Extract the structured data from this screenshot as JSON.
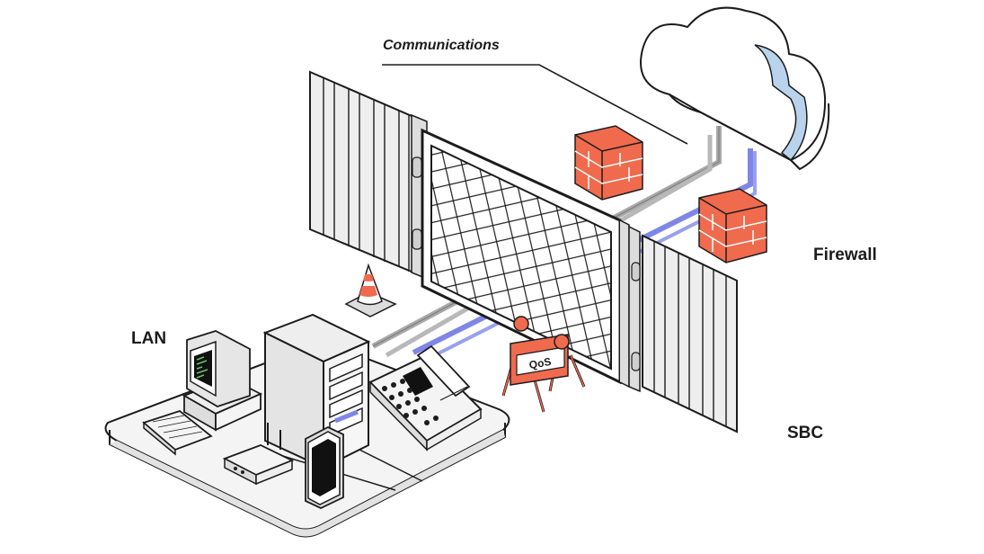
{
  "labels": {
    "communications": "Communications",
    "firewall": "Firewall",
    "sbc": "SBC",
    "lan": "LAN"
  },
  "qos_sign": "QoS",
  "colors": {
    "outline": "#1c1c1c",
    "gray_line": "#a9a9a9",
    "blue_line": "#7f86e8",
    "cloud_fill": "#ffffff",
    "cloud_shade": "#b9d3ec",
    "brick": "#f06a4e",
    "fence": "#eeeeee",
    "platform": "#f4f4f4",
    "screen_green": "#6bbf6b"
  },
  "icons": [
    "cloud-icon",
    "firewall-brick-icon",
    "traffic-cone-icon",
    "barricade-icon",
    "gate-icon",
    "computer-icon",
    "server-tower-icon",
    "ip-phone-icon",
    "smartphone-icon",
    "router-icon",
    "keyboard-icon"
  ]
}
